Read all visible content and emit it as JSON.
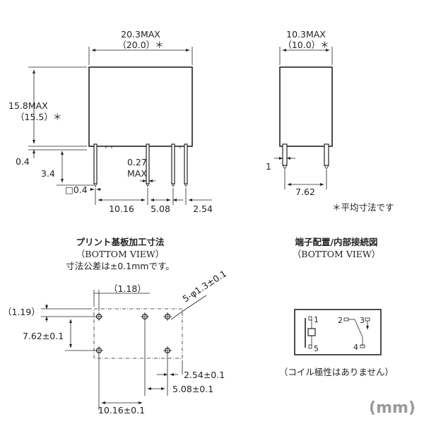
{
  "front_view": {
    "width_max": "20.3MAX",
    "width_avg": "（20.0）＊",
    "height_max": "15.8MAX",
    "height_avg": "（15.5）＊",
    "standoff": "0.4",
    "pin_length": "3.4",
    "pin_width": "0.27",
    "pin_width_suffix": "MAX",
    "pin_square": "□0.4",
    "pitch_1": "10.16",
    "pitch_2": "5.08",
    "pitch_3": "2.54"
  },
  "side_view": {
    "width_max": "10.3MAX",
    "width_avg": "（10.0）＊",
    "pin_thickness": "1",
    "pin_pitch": "7.62",
    "note": "＊平均寸法です"
  },
  "pcb_section": {
    "title": "プリント基板加工寸法",
    "view": "（BOTTOM VIEW）",
    "tolerance": "寸法公差は±0.1mmです。",
    "hole_spec": "5-φ1.3±0.1",
    "offset_x": "（1.18）",
    "offset_y": "（1.19）",
    "pitch_y": "7.62±0.1",
    "pitch_a": "2.54±0.1",
    "pitch_b": "5.08±0.1",
    "pitch_c": "10.16±0.1"
  },
  "terminal_section": {
    "title": "端子配置/内部接続図",
    "view": "（BOTTOM VIEW）",
    "pins": [
      "1",
      "2",
      "3",
      "4",
      "5"
    ],
    "note": "（コイル極性はありません）"
  },
  "unit": "(mm)"
}
